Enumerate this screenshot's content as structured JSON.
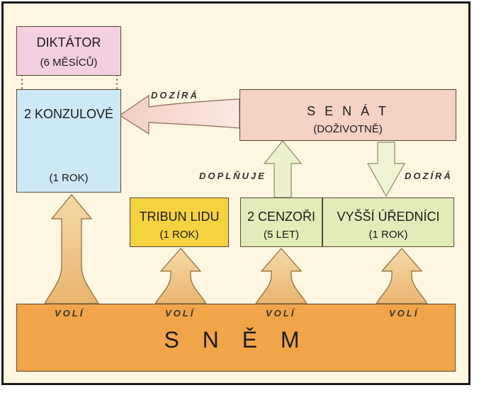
{
  "nodes": {
    "diktator": {
      "title": "DIKTÁTOR",
      "term": "(6 MĚSÍCŮ)"
    },
    "konzulove": {
      "title": "2 KONZULOVÉ",
      "term": "(1 ROK)"
    },
    "senat": {
      "title": "S E N Á T",
      "term": "(DOŽIVOTNĚ)"
    },
    "tribun": {
      "title": "TRIBUN LIDU",
      "term": "(1 ROK)"
    },
    "cenzori": {
      "title": "2 CENZOŘI",
      "term": "(5 LET)"
    },
    "urednici": {
      "title": "VYŠŠÍ ÚŘEDNÍCI",
      "term": "(1 ROK)"
    },
    "snem": {
      "title": "S N Ě M"
    }
  },
  "edge_labels": {
    "dozira_senat_konzulove": "DOZÍRÁ",
    "dozira_senat_urednici": "DOZÍRÁ",
    "doplnuje": "DOPLŇUJE",
    "voli_1": "VOLÍ",
    "voli_2": "VOLÍ",
    "voli_3": "VOLÍ",
    "voli_4": "VOLÍ"
  },
  "colors": {
    "background": "#fdf6e0",
    "diktator": "#f4cfe0",
    "konzulove": "#cde8f6",
    "senat": "#f6d2c4",
    "tribun": "#f5d240",
    "cenzori_urednici": "#e2ecb8",
    "snem": "#f1a548",
    "arrow": "#f0c98a",
    "arrow_stroke": "#8a6a3a"
  }
}
